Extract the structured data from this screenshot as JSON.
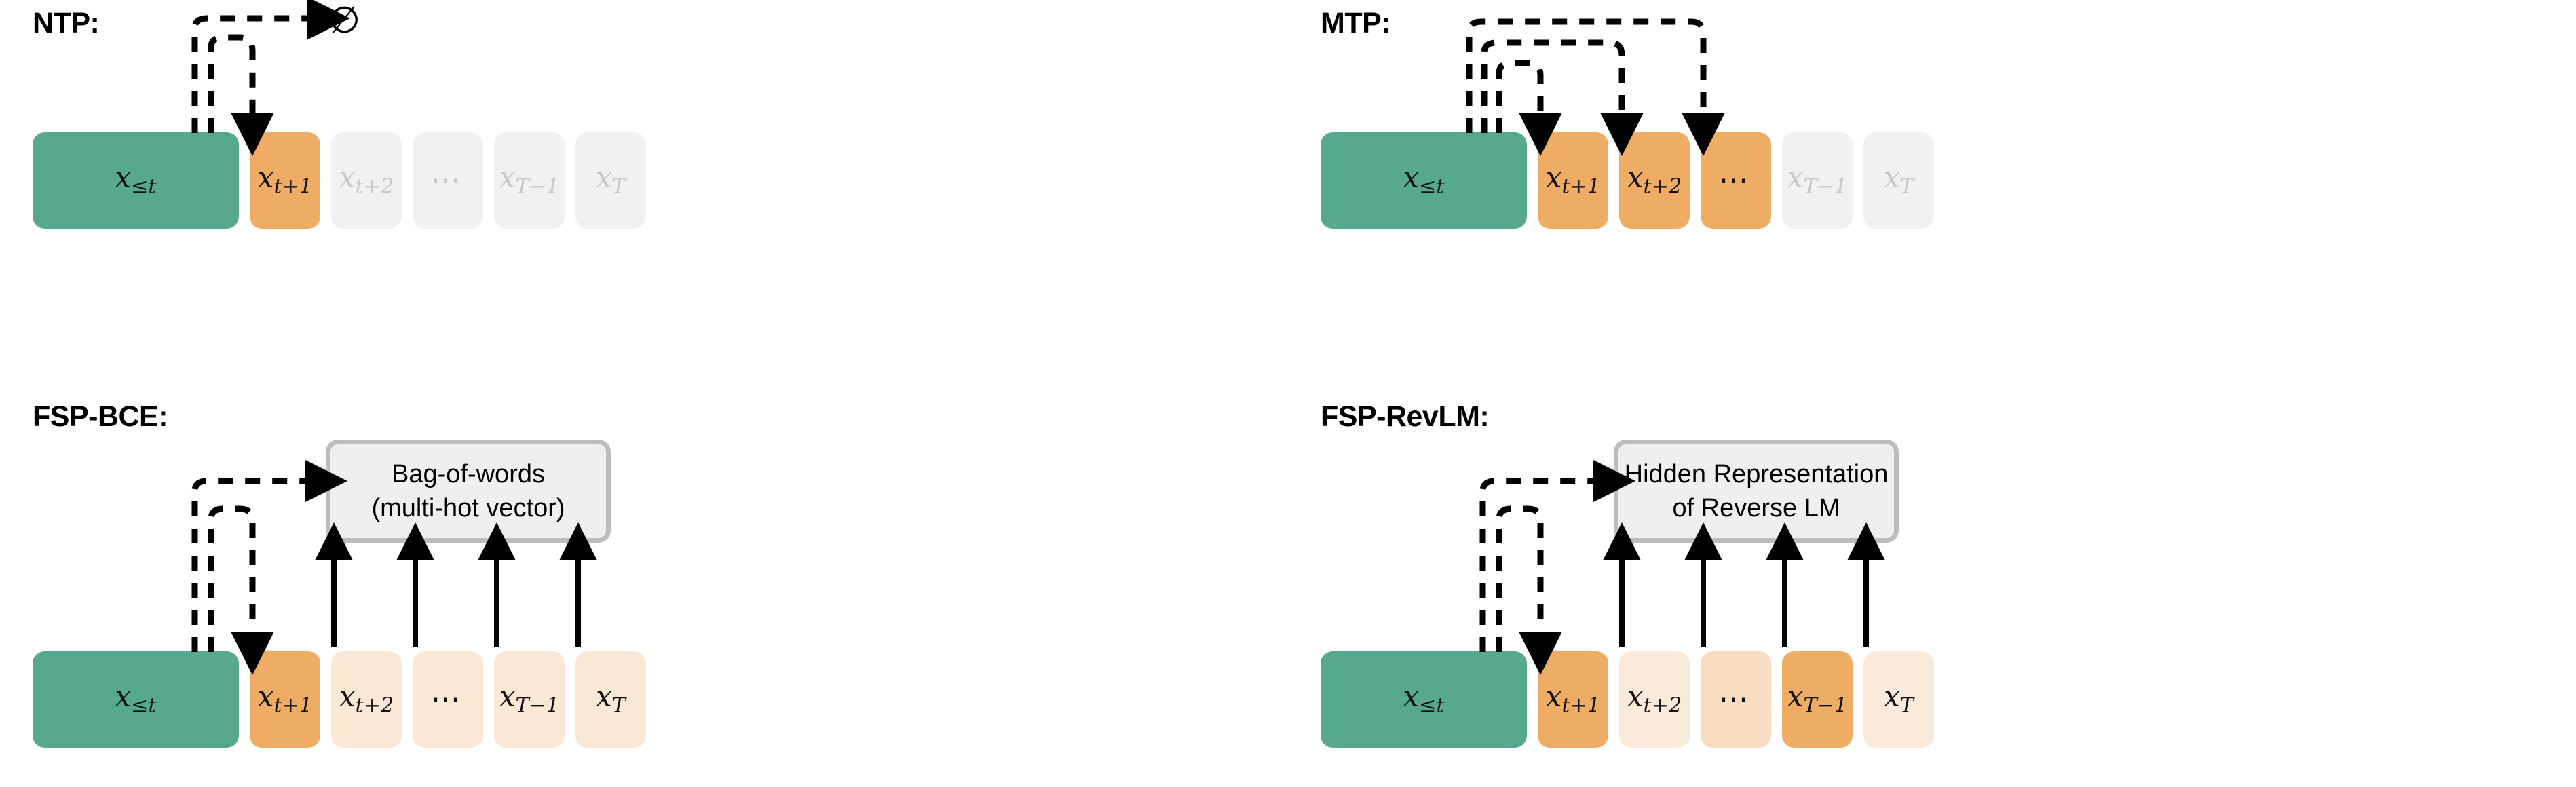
{
  "panels": {
    "ntp": {
      "title": "NTP:",
      "context": {
        "label": "x≤t",
        "color": "#56a98e"
      },
      "tokens": [
        {
          "label": "x",
          "sub": "t+1",
          "state": "active",
          "color": "#eeac65"
        },
        {
          "label": "x",
          "sub": "t+2",
          "state": "muted",
          "color": "#f1f1f1"
        },
        {
          "label": "⋯",
          "sub": "",
          "state": "muted",
          "color": "#f1f1f1"
        },
        {
          "label": "x",
          "sub": "T−1",
          "state": "muted",
          "color": "#f1f1f1"
        },
        {
          "label": "x",
          "sub": "T",
          "state": "muted",
          "color": "#f1f1f1"
        }
      ],
      "target_symbol": "∅",
      "arrow_count": 2
    },
    "mtp": {
      "title": "MTP:",
      "context": {
        "label": "x≤t",
        "color": "#56a98e"
      },
      "tokens": [
        {
          "label": "x",
          "sub": "t+1",
          "state": "active",
          "color": "#eeac65"
        },
        {
          "label": "x",
          "sub": "t+2",
          "state": "active",
          "color": "#eeac65"
        },
        {
          "label": "⋯",
          "sub": "",
          "state": "active",
          "color": "#eeac65"
        },
        {
          "label": "x",
          "sub": "T−1",
          "state": "muted",
          "color": "#f1f1f1"
        },
        {
          "label": "x",
          "sub": "T",
          "state": "muted",
          "color": "#f1f1f1"
        }
      ],
      "arrow_count": 3
    },
    "fspbce": {
      "title": "FSP-BCE:",
      "context": {
        "label": "x≤t",
        "color": "#56a98e"
      },
      "target_text": "Bag-of-words\n(multi-hot vector)",
      "tokens": [
        {
          "label": "x",
          "sub": "t+1",
          "state": "active",
          "color": "#eeac65"
        },
        {
          "label": "x",
          "sub": "t+2",
          "state": "faint",
          "color": "#fae7d4"
        },
        {
          "label": "⋯",
          "sub": "",
          "state": "faint",
          "color": "#fae7d4"
        },
        {
          "label": "x",
          "sub": "T−1",
          "state": "faint",
          "color": "#fae7d4"
        },
        {
          "label": "x",
          "sub": "T",
          "state": "faint",
          "color": "#fae7d4"
        }
      ],
      "arrow_count": 2,
      "up_arrow_count": 4
    },
    "fsprevlm": {
      "title": "FSP-RevLM:",
      "context": {
        "label": "x≤t",
        "color": "#56a98e"
      },
      "target_text": "Hidden Representation\nof Reverse LM",
      "tokens": [
        {
          "label": "x",
          "sub": "t+1",
          "state": "active",
          "color": "#eeac65"
        },
        {
          "label": "x",
          "sub": "t+2",
          "state": "faint",
          "color": "#faeadb"
        },
        {
          "label": "⋯",
          "sub": "",
          "state": "faint",
          "color": "#f7dcbf"
        },
        {
          "label": "x",
          "sub": "T−1",
          "state": "active",
          "color": "#eeac65"
        },
        {
          "label": "x",
          "sub": "T",
          "state": "faint",
          "color": "#faeadb"
        }
      ],
      "arrow_count": 2,
      "up_arrow_count": 4
    }
  },
  "colors": {
    "context_green": "#56a98e",
    "token_orange": "#eeac65",
    "token_peach": "#fae7d4",
    "token_gray": "#f1f1f1",
    "target_fill": "#efefef",
    "target_border": "#bdbdbd",
    "muted_text": "#c9c9c9",
    "ink": "#000000"
  }
}
